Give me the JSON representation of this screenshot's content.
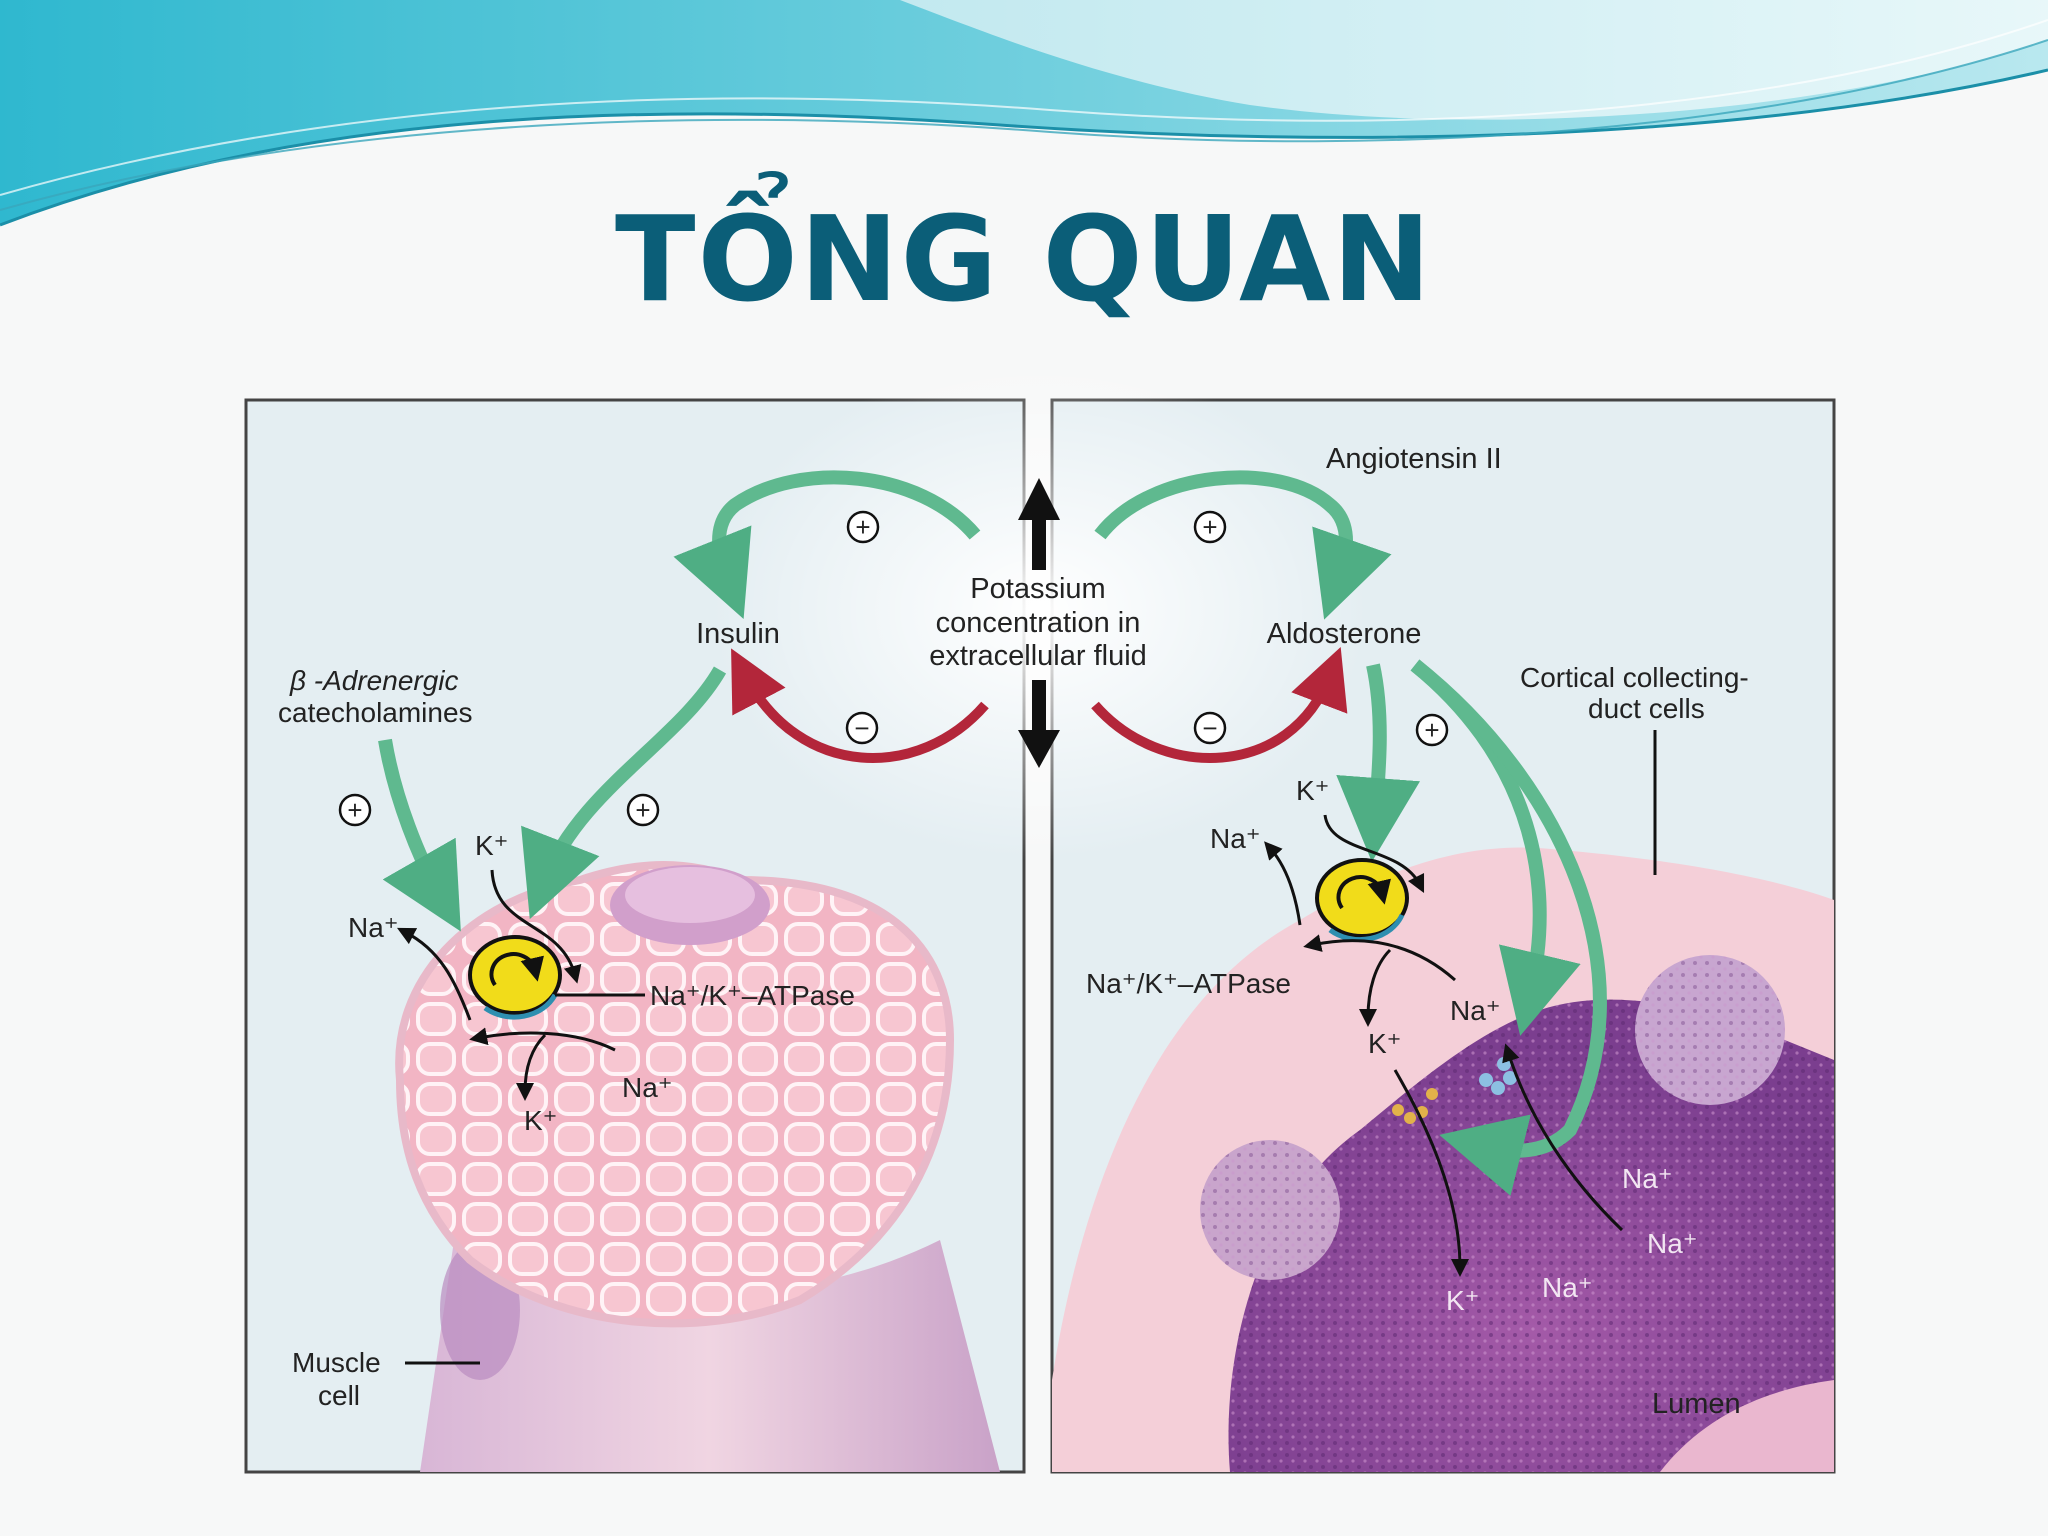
{
  "slide": {
    "title": "TỔNG QUAN"
  },
  "diagram": {
    "center": {
      "line1": "Potassium",
      "line2": "concentration in",
      "line3": "extracellular fluid"
    },
    "left_panel": {
      "insulin": "Insulin",
      "beta_line1": "β -Adrenergic",
      "beta_line2": "catecholamines",
      "k_in": "K⁺",
      "na_out": "Na⁺",
      "pump_label": "Na⁺/K⁺–ATPase",
      "na_in": "Na⁺",
      "k_inside": "K⁺",
      "muscle_line1": "Muscle",
      "muscle_line2": "cell"
    },
    "right_panel": {
      "angiotensin": "Angiotensin II",
      "aldosterone": "Aldosterone",
      "cortical_line1": "Cortical collecting-",
      "cortical_line2": "duct cells",
      "k_in": "K⁺",
      "na_out": "Na⁺",
      "pump_label": "Na⁺/K⁺–ATPase",
      "k_cell": "K⁺",
      "na_cell": "Na⁺",
      "na_lumen1": "Na⁺",
      "na_lumen2": "Na⁺",
      "na_lumen3": "Na⁺",
      "k_lumen": "K⁺",
      "lumen": "Lumen"
    },
    "signs": {
      "plus": "+",
      "minus": "−"
    }
  },
  "colors": {
    "title": "#0b5e78",
    "green_arrow": "#5fb98f",
    "red_arrow": "#b3263a",
    "panel_bg": "#e6eff3",
    "pump": "#f1dc1a"
  }
}
